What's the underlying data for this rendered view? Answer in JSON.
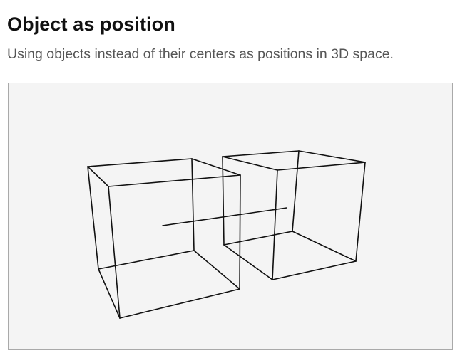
{
  "example": {
    "title": "Object as position",
    "description": "Using objects instead of their centers as positions in 3D space."
  },
  "scene": {
    "objects": [
      {
        "name": "left-cube",
        "shape": "wireframe-cube"
      },
      {
        "name": "right-cube",
        "shape": "wireframe-cube"
      }
    ],
    "connector": "line-between-cube-centers",
    "colors": {
      "background": "#f4f4f4",
      "stroke": "#111111",
      "border": "#a9a9a9"
    }
  }
}
